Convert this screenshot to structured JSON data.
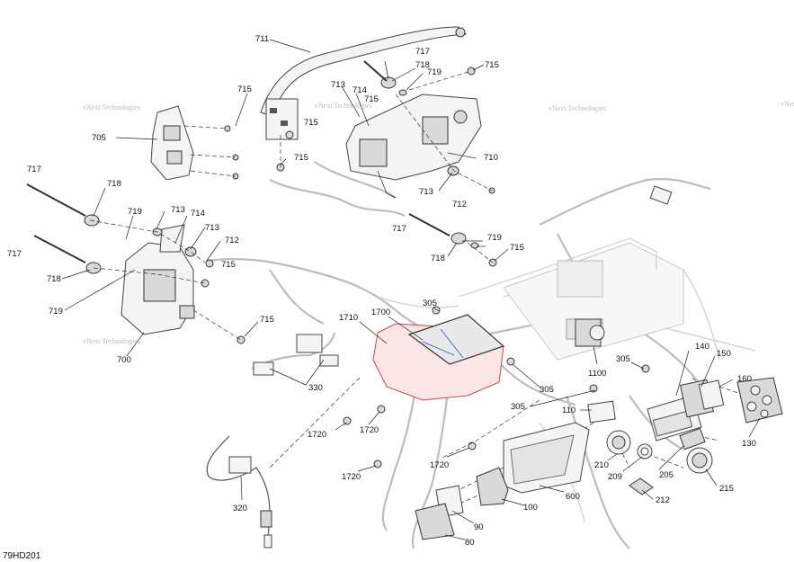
{
  "diagram": {
    "code": "79HD201",
    "watermarks": [
      "vNext Technologies",
      "vNext Technologies",
      "vNext Technologies",
      "vNext Technologies",
      "vNext Technologies"
    ],
    "labels": [
      {
        "id": "l711",
        "text": "711"
      },
      {
        "id": "l717a",
        "text": "717"
      },
      {
        "id": "l718a",
        "text": "718"
      },
      {
        "id": "l719a",
        "text": "719"
      },
      {
        "id": "l715a",
        "text": "715"
      },
      {
        "id": "l715b",
        "text": "715"
      },
      {
        "id": "l705",
        "text": "705"
      },
      {
        "id": "l713a",
        "text": "713"
      },
      {
        "id": "l714a",
        "text": "714"
      },
      {
        "id": "l715c",
        "text": "715"
      },
      {
        "id": "l715d",
        "text": "715"
      },
      {
        "id": "l715e",
        "text": "715"
      },
      {
        "id": "l710",
        "text": "710"
      },
      {
        "id": "l713b",
        "text": "713"
      },
      {
        "id": "l712a",
        "text": "712"
      },
      {
        "id": "l717b",
        "text": "717"
      },
      {
        "id": "l718b",
        "text": "718"
      },
      {
        "id": "l719b",
        "text": "719"
      },
      {
        "id": "l715f",
        "text": "715"
      },
      {
        "id": "l717c",
        "text": "717"
      },
      {
        "id": "l717d",
        "text": "717"
      },
      {
        "id": "l718c",
        "text": "718"
      },
      {
        "id": "l719c",
        "text": "719"
      },
      {
        "id": "l713c",
        "text": "713"
      },
      {
        "id": "l714b",
        "text": "714"
      },
      {
        "id": "l713d",
        "text": "713"
      },
      {
        "id": "l712b",
        "text": "712"
      },
      {
        "id": "l715g",
        "text": "715"
      },
      {
        "id": "l718d",
        "text": "718"
      },
      {
        "id": "l719d",
        "text": "719"
      },
      {
        "id": "l700",
        "text": "700"
      },
      {
        "id": "l715h",
        "text": "715"
      },
      {
        "id": "l1710",
        "text": "1710"
      },
      {
        "id": "l1700",
        "text": "1700"
      },
      {
        "id": "l305a",
        "text": "305"
      },
      {
        "id": "l330",
        "text": "330"
      },
      {
        "id": "l1100",
        "text": "1100"
      },
      {
        "id": "l305b",
        "text": "305"
      },
      {
        "id": "l140",
        "text": "140"
      },
      {
        "id": "l150",
        "text": "150"
      },
      {
        "id": "l160",
        "text": "160"
      },
      {
        "id": "l305c",
        "text": "305"
      },
      {
        "id": "l110",
        "text": "110"
      },
      {
        "id": "l305d",
        "text": "305"
      },
      {
        "id": "l1720a",
        "text": "1720"
      },
      {
        "id": "l1720b",
        "text": "1720"
      },
      {
        "id": "l1720c",
        "text": "1720"
      },
      {
        "id": "l1720d",
        "text": "1720"
      },
      {
        "id": "l320",
        "text": "320"
      },
      {
        "id": "l210",
        "text": "210"
      },
      {
        "id": "l205",
        "text": "205"
      },
      {
        "id": "l130",
        "text": "130"
      },
      {
        "id": "l209",
        "text": "209"
      },
      {
        "id": "l215",
        "text": "215"
      },
      {
        "id": "l212",
        "text": "212"
      },
      {
        "id": "l600",
        "text": "600"
      },
      {
        "id": "l100",
        "text": "100"
      },
      {
        "id": "l90",
        "text": "90"
      },
      {
        "id": "l80",
        "text": "80"
      }
    ]
  }
}
